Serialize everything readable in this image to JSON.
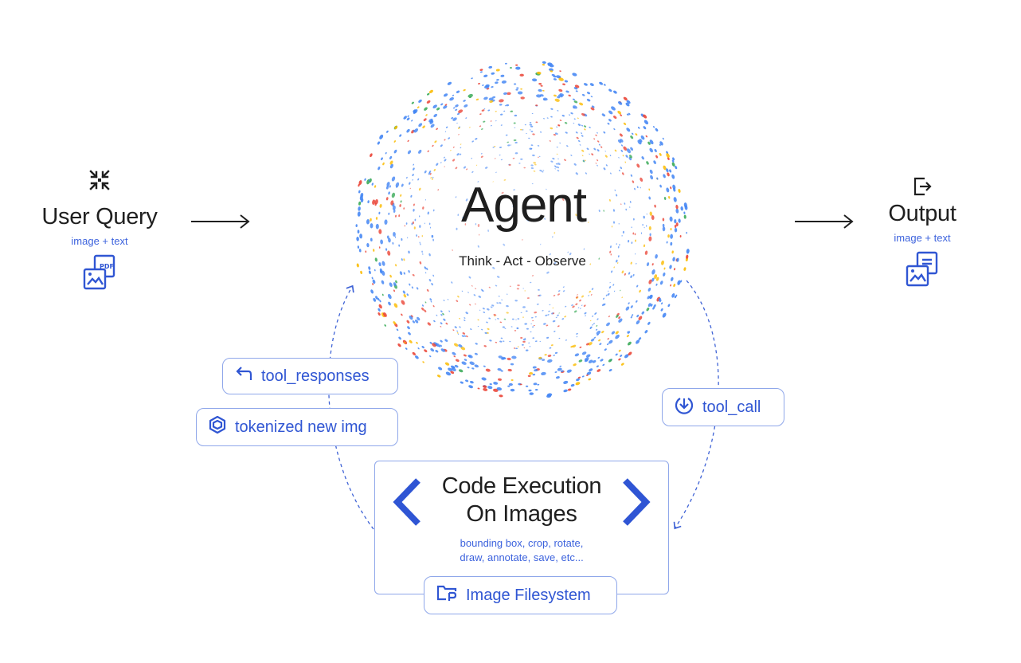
{
  "user_query": {
    "title": "User Query",
    "subtitle": "image + text",
    "icon": "collapse-arrows-icon",
    "file_icon": "pdf-image-files-icon"
  },
  "agent": {
    "title": "Agent",
    "subtitle": "Think - Act - Observe"
  },
  "output": {
    "title": "Output",
    "subtitle": "image + text",
    "icon": "exit-box-icon",
    "file_icon": "document-image-files-icon"
  },
  "loop": {
    "tool_responses": "tool_responses",
    "tokenized_new_img": "tokenized new img",
    "tool_call": "tool_call"
  },
  "code_execution": {
    "title_line1": "Code Execution",
    "title_line2": "On Images",
    "ops_line1": "bounding box, crop, rotate,",
    "ops_line2": "draw, annotate, save, etc...",
    "filesystem": "Image Filesystem"
  },
  "colors": {
    "accent": "#3056d3",
    "border": "#8fa7ea",
    "chevron": "#2f55d4",
    "dot_palette": [
      "#4285f4",
      "#ea4335",
      "#fbbc04",
      "#34a853"
    ]
  }
}
